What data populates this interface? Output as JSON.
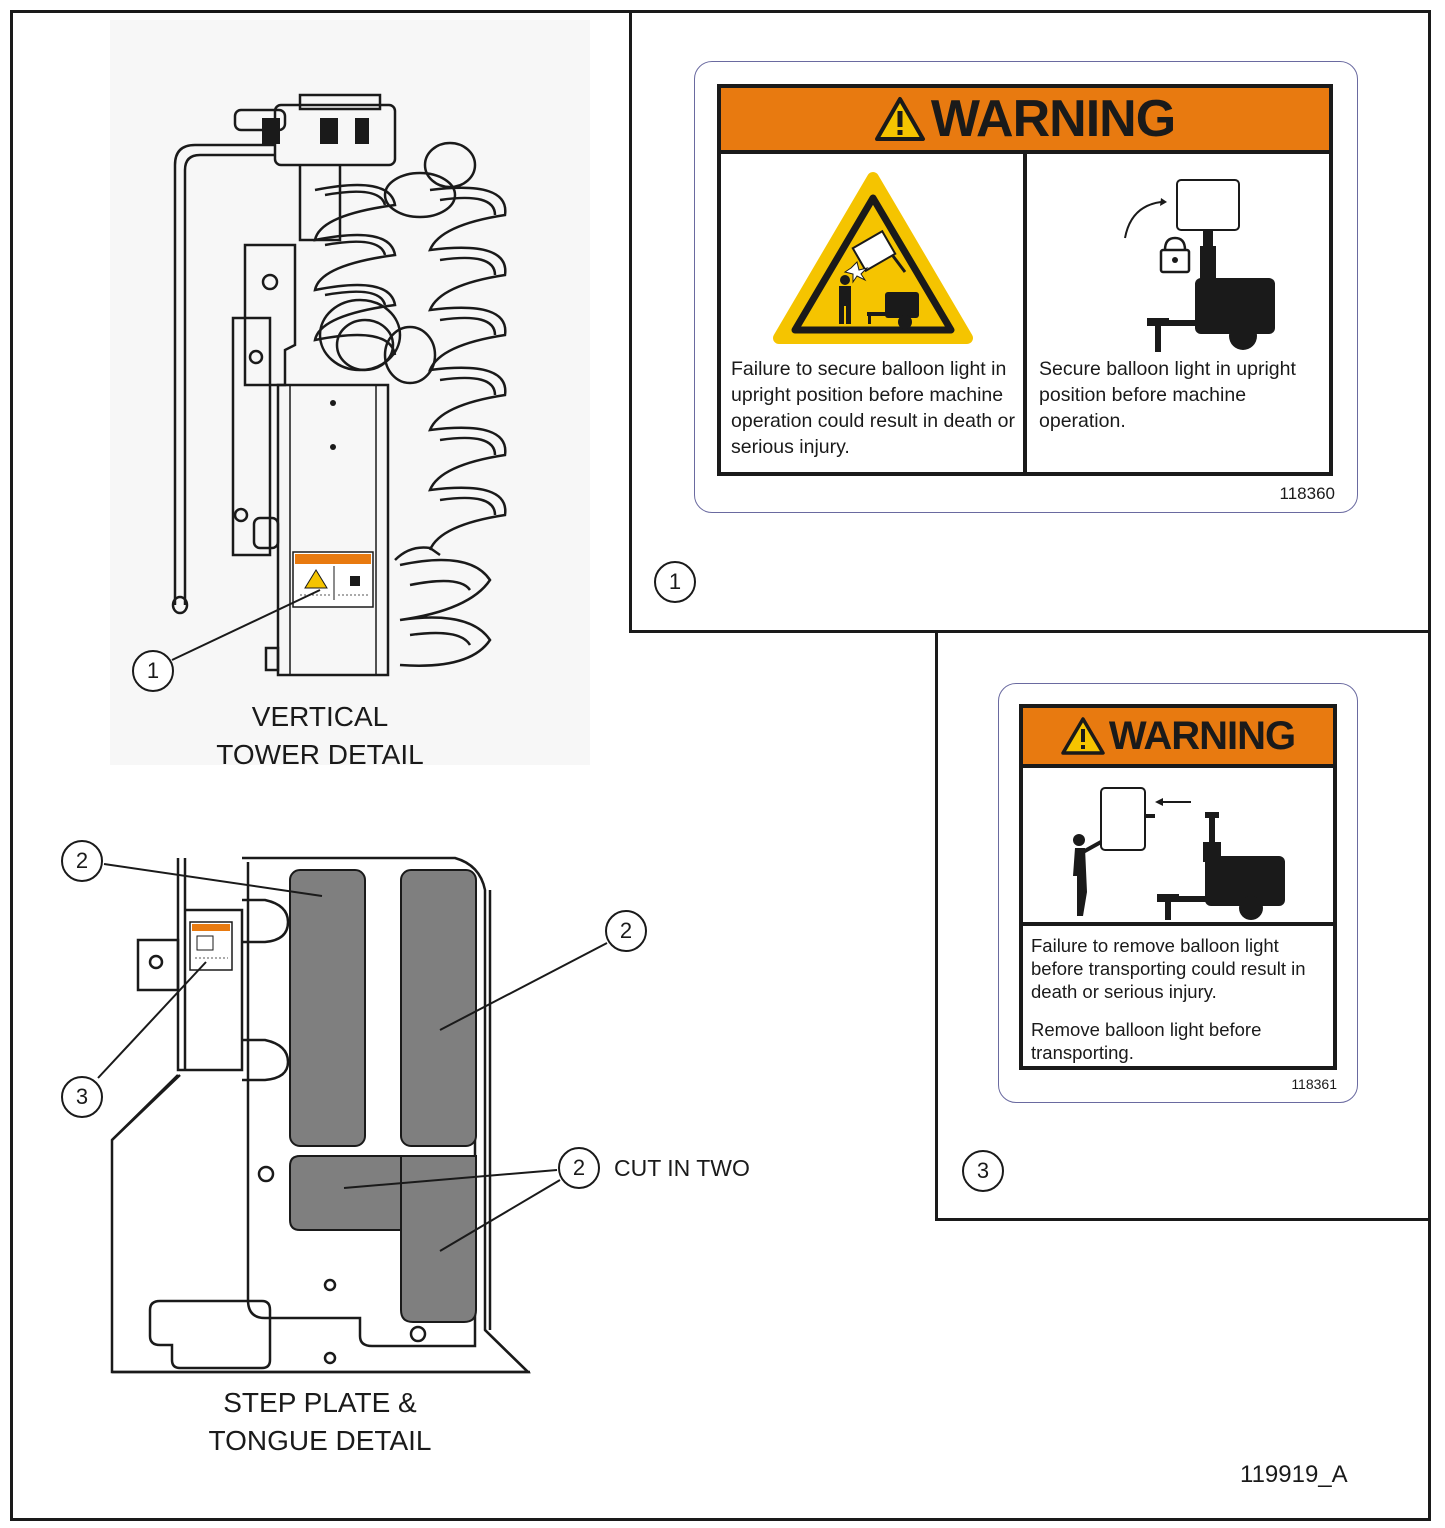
{
  "tower_detail": {
    "label_line1": "VERTICAL",
    "label_line2": "TOWER DETAIL",
    "callout": "1"
  },
  "step_plate_detail": {
    "label_line1": "STEP PLATE &",
    "label_line2": "TONGUE DETAIL",
    "callouts": [
      "2",
      "2",
      "2",
      "3"
    ],
    "cut_note": "CUT IN TWO"
  },
  "decal_1": {
    "callout": "1",
    "header": "WARNING",
    "left_text": "Failure to secure balloon light in upright position before machine operation could result in death or serious injury.",
    "right_text": "Secure balloon light in upright position before machine operation.",
    "part_number": "118360"
  },
  "decal_3": {
    "callout": "3",
    "header": "WARNING",
    "text_1": "Failure to remove balloon light before transporting could result in death or serious injury.",
    "text_2": "Remove balloon light before transporting.",
    "part_number": "118361"
  },
  "drawing_number": "119919_A",
  "colors": {
    "warning_orange": "#e87a10",
    "hazard_yellow": "#f5c400",
    "decal_fill": "#7f7f7f"
  }
}
